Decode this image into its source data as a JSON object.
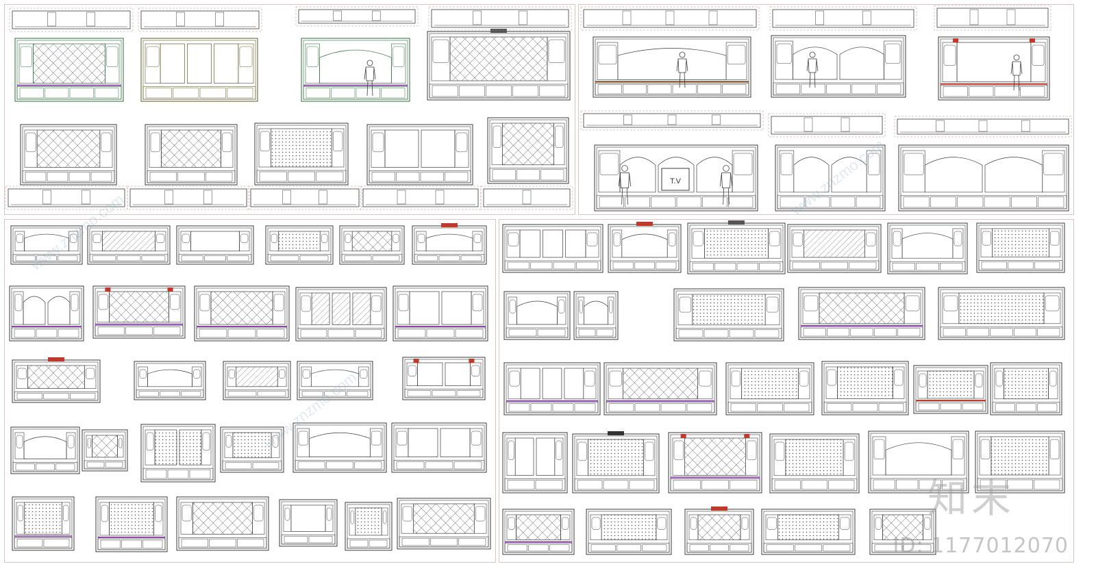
{
  "watermark": {
    "brand": "知末",
    "id_text": "ID: 1177012070",
    "site": "www.znzmo.com"
  },
  "labels": {
    "tv": "T.V"
  },
  "colors": {
    "line": "#3a3a3a",
    "accent_red": "#c0392b",
    "accent_purple": "#8e44ad",
    "accent_green": "#2e8b57",
    "frame": "#d7c4c4"
  }
}
